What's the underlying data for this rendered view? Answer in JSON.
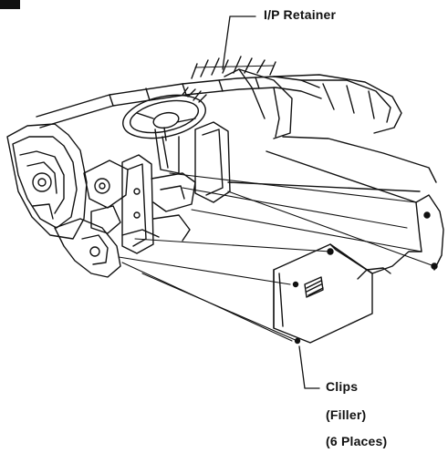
{
  "labels": {
    "retainer": "I/P Retainer",
    "clips": "Clips",
    "filler": "(Filler)",
    "places": "(6 Places)"
  },
  "colors": {
    "ink": "#111111",
    "paper": "#ffffff"
  }
}
